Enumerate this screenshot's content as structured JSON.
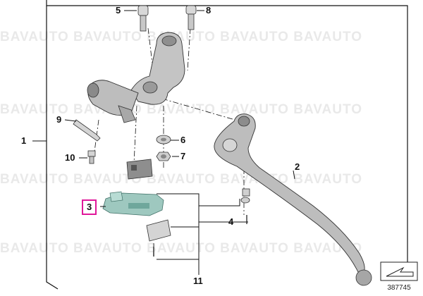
{
  "watermark": {
    "text": "BAVAUTO BAVAUTO BAVAUTO BAVAUTO BAVAUTO"
  },
  "callouts": [
    {
      "id": "1",
      "label": "1"
    },
    {
      "id": "2",
      "label": "2"
    },
    {
      "id": "3",
      "label": "3",
      "highlight": true
    },
    {
      "id": "4",
      "label": "4"
    },
    {
      "id": "5",
      "label": "5"
    },
    {
      "id": "6",
      "label": "6"
    },
    {
      "id": "7",
      "label": "7"
    },
    {
      "id": "8",
      "label": "8"
    },
    {
      "id": "9",
      "label": "9"
    },
    {
      "id": "10",
      "label": "10"
    },
    {
      "id": "11",
      "label": "11"
    }
  ],
  "reference": {
    "number": "387745",
    "icon": "arrow-corner-icon"
  },
  "colors": {
    "part_fill": "#cfcfcf",
    "part_shade": "#9a9a9a",
    "switch_fill": "#9ec8bf",
    "switch_shade": "#5f8f86",
    "highlight": "#e0179a",
    "line": "#111111"
  }
}
